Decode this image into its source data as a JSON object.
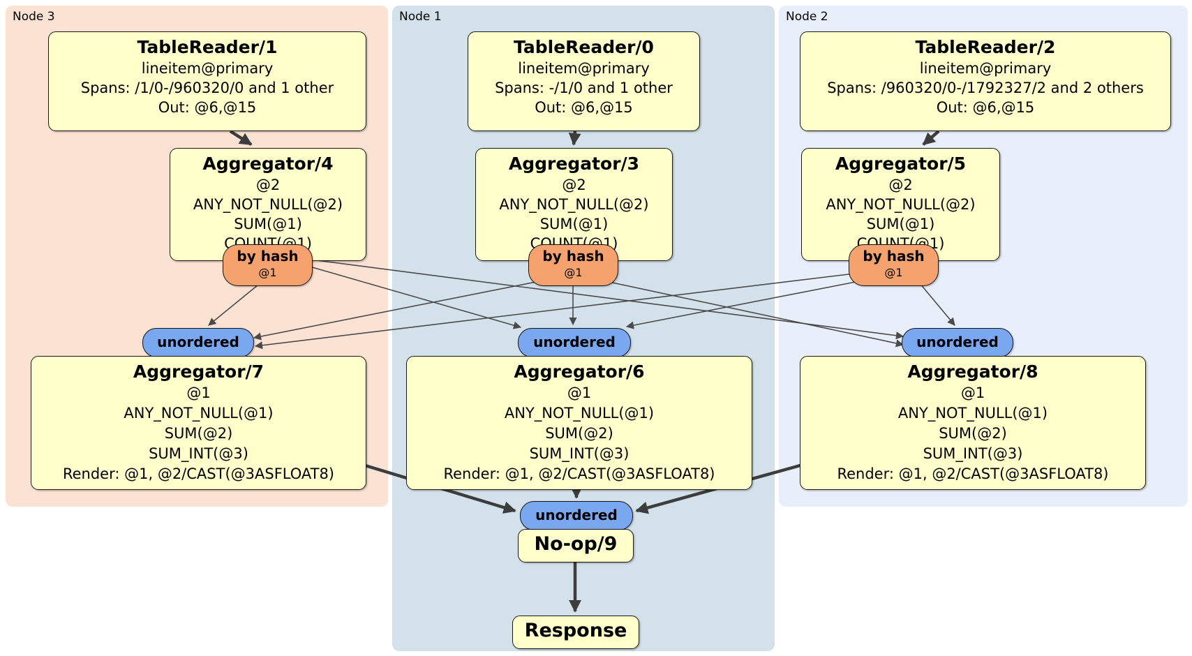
{
  "regions": [
    {
      "label": "Node 3"
    },
    {
      "label": "Node 1"
    },
    {
      "label": "Node 2"
    }
  ],
  "table_readers": [
    {
      "title": "TableReader/1",
      "lines": [
        "lineitem@primary",
        "Spans: /1/0-/960320/0 and 1 other",
        "Out: @6,@15"
      ]
    },
    {
      "title": "TableReader/0",
      "lines": [
        "lineitem@primary",
        "Spans: -/1/0 and 1 other",
        "Out: @6,@15"
      ]
    },
    {
      "title": "TableReader/2",
      "lines": [
        "lineitem@primary",
        "Spans: /960320/0-/1792327/2 and 2 others",
        "Out: @6,@15"
      ]
    }
  ],
  "stage1_aggregators": [
    {
      "title": "Aggregator/4",
      "lines": [
        "@2",
        "ANY_NOT_NULL(@2)",
        "SUM(@1)",
        "COUNT(@1)"
      ]
    },
    {
      "title": "Aggregator/3",
      "lines": [
        "@2",
        "ANY_NOT_NULL(@2)",
        "SUM(@1)",
        "COUNT(@1)"
      ]
    },
    {
      "title": "Aggregator/5",
      "lines": [
        "@2",
        "ANY_NOT_NULL(@2)",
        "SUM(@1)",
        "COUNT(@1)"
      ]
    }
  ],
  "routers": [
    {
      "label": "by hash",
      "detail": "@1"
    },
    {
      "label": "by hash",
      "detail": "@1"
    },
    {
      "label": "by hash",
      "detail": "@1"
    }
  ],
  "syncs": [
    "unordered",
    "unordered",
    "unordered",
    "unordered"
  ],
  "stage2_aggregators": [
    {
      "title": "Aggregator/7",
      "lines": [
        "@1",
        "ANY_NOT_NULL(@1)",
        "SUM(@2)",
        "SUM_INT(@3)",
        "Render: @1, @2/CAST(@3ASFLOAT8)"
      ]
    },
    {
      "title": "Aggregator/6",
      "lines": [
        "@1",
        "ANY_NOT_NULL(@1)",
        "SUM(@2)",
        "SUM_INT(@3)",
        "Render: @1, @2/CAST(@3ASFLOAT8)"
      ]
    },
    {
      "title": "Aggregator/8",
      "lines": [
        "@1",
        "ANY_NOT_NULL(@1)",
        "SUM(@2)",
        "SUM_INT(@3)",
        "Render: @1, @2/CAST(@3ASFLOAT8)"
      ]
    }
  ],
  "noop": {
    "title": "No-op/9"
  },
  "response": {
    "title": "Response"
  },
  "edges": [
    {
      "from": "TableReader/1",
      "to": "Aggregator/4"
    },
    {
      "from": "TableReader/0",
      "to": "Aggregator/3"
    },
    {
      "from": "TableReader/2",
      "to": "Aggregator/5"
    },
    {
      "from": "Aggregator/4 by hash",
      "to": "unordered (Node 3)"
    },
    {
      "from": "Aggregator/4 by hash",
      "to": "unordered (Node 1)"
    },
    {
      "from": "Aggregator/4 by hash",
      "to": "unordered (Node 2)"
    },
    {
      "from": "Aggregator/3 by hash",
      "to": "unordered (Node 3)"
    },
    {
      "from": "Aggregator/3 by hash",
      "to": "unordered (Node 1)"
    },
    {
      "from": "Aggregator/3 by hash",
      "to": "unordered (Node 2)"
    },
    {
      "from": "Aggregator/5 by hash",
      "to": "unordered (Node 3)"
    },
    {
      "from": "Aggregator/5 by hash",
      "to": "unordered (Node 1)"
    },
    {
      "from": "Aggregator/5 by hash",
      "to": "unordered (Node 2)"
    },
    {
      "from": "Aggregator/7",
      "to": "unordered (final)"
    },
    {
      "from": "Aggregator/6",
      "to": "unordered (final)"
    },
    {
      "from": "Aggregator/8",
      "to": "unordered (final)"
    },
    {
      "from": "No-op/9",
      "to": "Response"
    }
  ],
  "colors": {
    "region_node3": "#fce2d2",
    "region_node1": "#d2e1ea",
    "region_node2": "#e9effa",
    "processor_box": "#ffffcc",
    "router_oval": "#f5a26e",
    "sync_oval": "#79a7f0",
    "edge": "#3d3d3d"
  }
}
